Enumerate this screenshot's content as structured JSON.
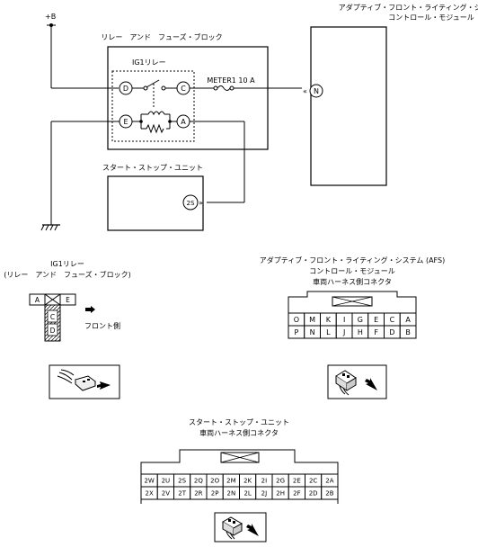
{
  "diagram": {
    "power_label": "+B",
    "afs_module": {
      "title_line1": "アダプティブ・フロント・ライティング・システム (AFS)",
      "title_line2": "コントロール・モジュール",
      "pin": "N"
    },
    "relay_block": {
      "title": "リレー　アンド　フューズ・ブロック",
      "relay_name": "IG1リレー",
      "fuse_label": "METER1 10 A",
      "pins": [
        "D",
        "C",
        "E",
        "A"
      ]
    },
    "start_stop": {
      "title": "スタート・ストップ・ユニット",
      "pin": "2S"
    }
  },
  "relay_connector": {
    "title_line1": "IG1リレー",
    "title_line2": "(リレー　アンド　フューズ・ブロック)",
    "top_cells": [
      "A",
      "E"
    ],
    "stem_cells": [
      "C",
      "D"
    ],
    "direction_label": "フロント側"
  },
  "afs_connector": {
    "title_line1": "アダプティブ・フロント・ライティング・システム (AFS)",
    "title_line2": "コントロール・モジュール",
    "title_line3": "車両ハーネス側コネクタ",
    "row1": [
      "O",
      "M",
      "K",
      "I",
      "G",
      "E",
      "C",
      "A"
    ],
    "row2": [
      "P",
      "N",
      "L",
      "J",
      "H",
      "F",
      "D",
      "B"
    ]
  },
  "ssu_connector": {
    "title_line1": "スタート・ストップ・ユニット",
    "title_line2": "車両ハーネス側コネクタ",
    "row1": [
      "2W",
      "2U",
      "2S",
      "2Q",
      "2O",
      "2M",
      "2K",
      "2I",
      "2G",
      "2E",
      "2C",
      "2A"
    ],
    "row2": [
      "2X",
      "2V",
      "2T",
      "2R",
      "2P",
      "2N",
      "2L",
      "2J",
      "2H",
      "2F",
      "2D",
      "2B"
    ]
  }
}
